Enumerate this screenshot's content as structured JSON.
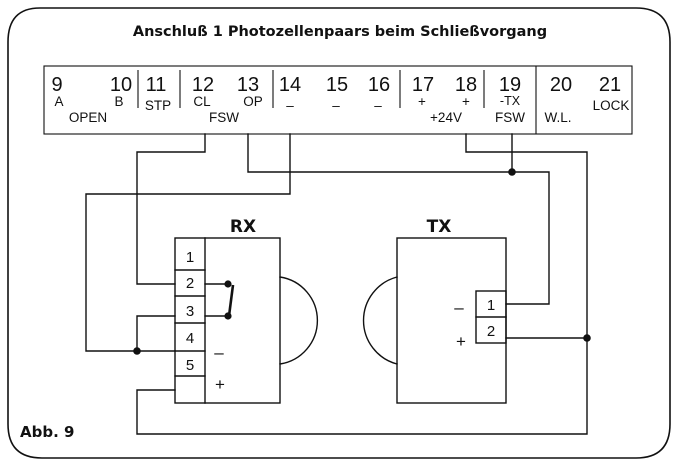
{
  "title": "Anschluß 1 Photozellenpaars beim Schließvorgang",
  "figure_label": "Abb. 9",
  "terminal_strip": {
    "numbers": [
      "9",
      "10",
      "11",
      "12",
      "13",
      "14",
      "15",
      "16",
      "17",
      "18",
      "19",
      "20",
      "21"
    ],
    "sub_labels": {
      "t9": "A",
      "t10": "B",
      "open": "OPEN",
      "t11": "STP",
      "t12": "CL",
      "t13": "OP",
      "fsw": "FSW",
      "t14": "–",
      "t15": "–",
      "t16": "–",
      "t17": "+",
      "t18": "+",
      "v24": "+24V",
      "t19a": "-TX",
      "t19b": "FSW",
      "wl": "W.L.",
      "lock": "LOCK"
    }
  },
  "rx": {
    "label": "RX",
    "pins": [
      "1",
      "2",
      "3",
      "4",
      "5"
    ],
    "minus": "–",
    "plus": "+"
  },
  "tx": {
    "label": "TX",
    "pins": [
      "1",
      "2"
    ],
    "minus": "–",
    "plus": "+"
  }
}
